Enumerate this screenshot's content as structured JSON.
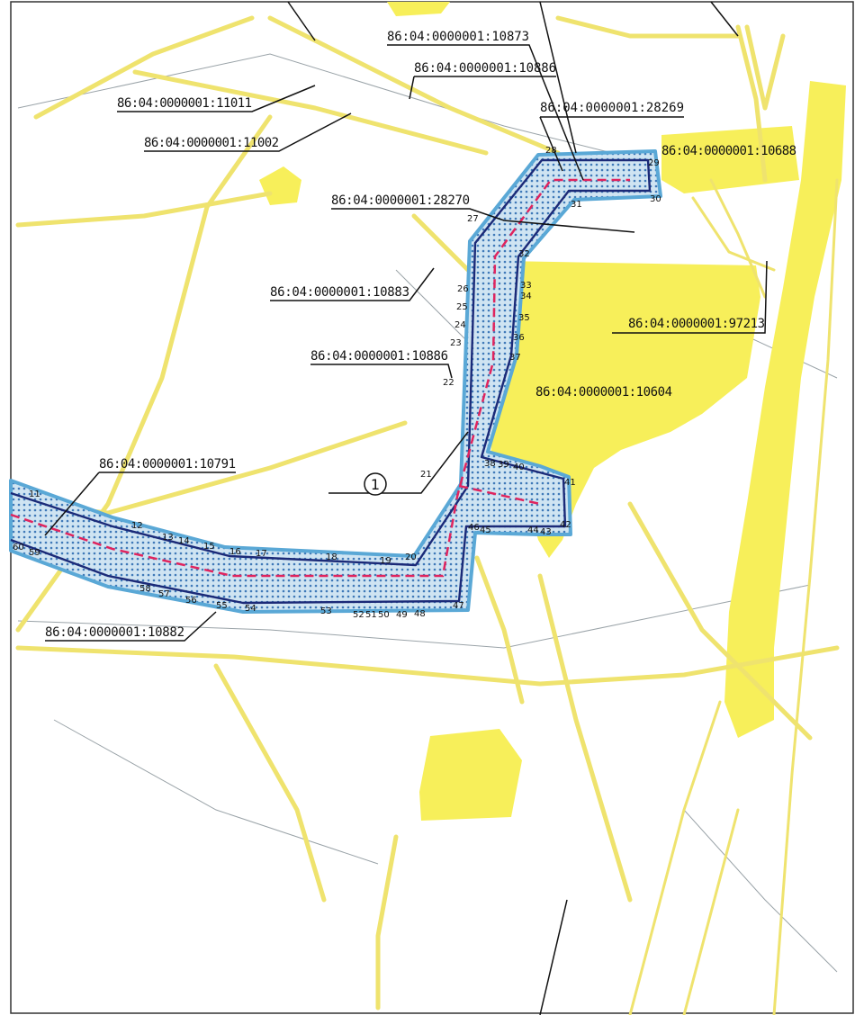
{
  "map": {
    "colors": {
      "background": "#ffffff",
      "parcel_fill": "#f7ef5a",
      "road": "#efe36e",
      "corridor_fill": "#cfe4f2",
      "corridor_edge": "#5aa8d6",
      "boundary": "#1b2a78",
      "centerline": "#e0245e",
      "label": "#111111"
    },
    "parcel_labels": [
      "86:04:0000001:10873",
      "86:04:0000001:10886",
      "86:04:0000001:11011",
      "86:04:0000001:11002",
      "86:04:0000001:28269",
      "86:04:0000001:10688",
      "86:04:0000001:28270",
      "86:04:0000001:10883",
      "86:04:0000001:97213",
      "86:04:0000001:10886",
      "86:04:0000001:10604",
      "86:04:0000001:10791",
      "86:04:0000001:10882"
    ],
    "marker": "1",
    "points": [
      "11",
      "12",
      "13",
      "14",
      "15",
      "16",
      "17",
      "18",
      "19",
      "20",
      "21",
      "22",
      "23",
      "24",
      "25",
      "26",
      "27",
      "28",
      "29",
      "30",
      "31",
      "32",
      "33",
      "34",
      "35",
      "36",
      "37",
      "38",
      "39",
      "40",
      "41",
      "42",
      "43",
      "44",
      "45",
      "46",
      "47",
      "48",
      "49",
      "50",
      "51",
      "52",
      "53",
      "54",
      "55",
      "56",
      "57",
      "58",
      "59",
      "60"
    ]
  }
}
